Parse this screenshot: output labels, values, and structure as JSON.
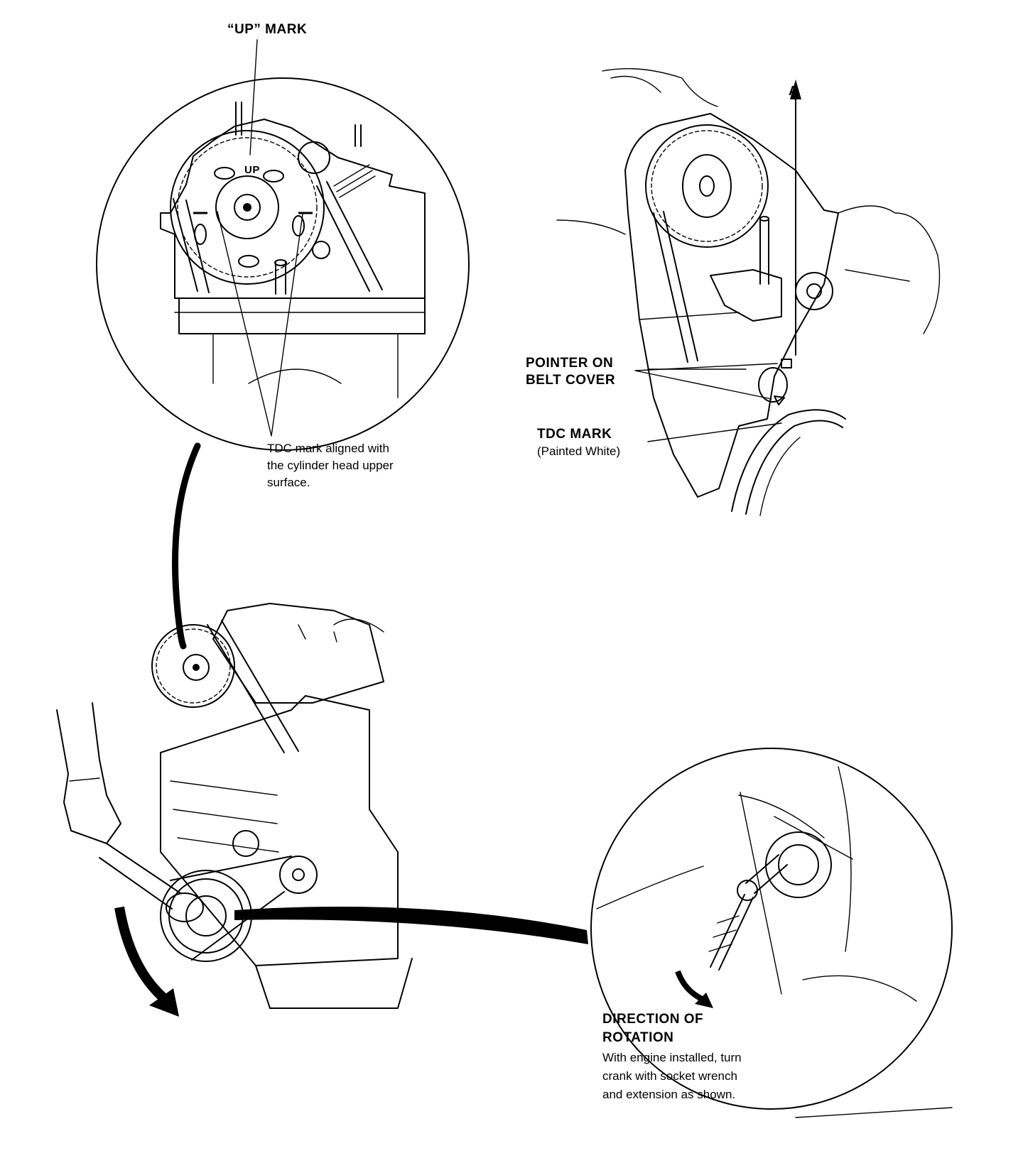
{
  "labels": {
    "up_mark": "“UP” MARK",
    "up_text": "UP",
    "letter_a": "A",
    "pointer_line1": "POINTER ON",
    "pointer_line2": "BELT COVER",
    "tdc_mark": "TDC MARK",
    "painted_white": "(Painted White)",
    "tdc_aligned_1": "TDC mark aligned with",
    "tdc_aligned_2": "the cylinder head upper",
    "tdc_aligned_3": "surface.",
    "direction_1": "DIRECTION OF",
    "direction_2": "ROTATION",
    "direction_3": "With engine installed, turn",
    "direction_4": "crank with socket wrench",
    "direction_5": "and extension as shown."
  },
  "colors": {
    "ink": "#000000",
    "paper": "#ffffff"
  }
}
